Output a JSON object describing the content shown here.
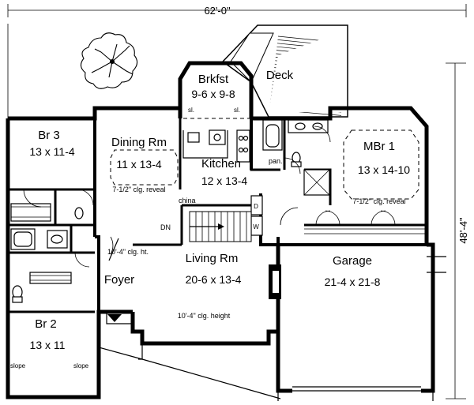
{
  "dimensions": {
    "width_label": "62'-0\"",
    "depth_label": "48'-4\""
  },
  "rooms": {
    "brkfst": {
      "name": "Brkfst",
      "size": "9-6 x 9-8"
    },
    "deck": {
      "name": "Deck"
    },
    "dining": {
      "name": "Dining Rm",
      "size": "11 x 13-4",
      "note": "7-1/2\" clg. reveal"
    },
    "kitchen": {
      "name": "Kitchen",
      "size": "12 x 13-4"
    },
    "mbr1": {
      "name": "MBr 1",
      "size": "13 x 14-10",
      "note": "7-1/2\" clg. reveal"
    },
    "br3": {
      "name": "Br 3",
      "size": "13 x 11-4"
    },
    "br2": {
      "name": "Br 2",
      "size": "13 x 11"
    },
    "living": {
      "name": "Living Rm",
      "size": "20-6 x 13-4",
      "note": "10'-4\" clg. height"
    },
    "garage": {
      "name": "Garage",
      "size": "21-4 x 21-8"
    },
    "foyer": {
      "name": "Foyer",
      "note": "10'-4\" clg. ht."
    }
  },
  "labels": {
    "sl_left": "sl.",
    "sl_right": "sl.",
    "pan": "pan.",
    "china": "china",
    "dn": "DN",
    "washer": "W",
    "dryer": "D",
    "slope_left": "slope",
    "slope_right": "slope"
  },
  "icons": {
    "tree": "tree-icon",
    "entry": "entry-arrow-icon",
    "stair_arrow": "stair-arrow-icon"
  }
}
